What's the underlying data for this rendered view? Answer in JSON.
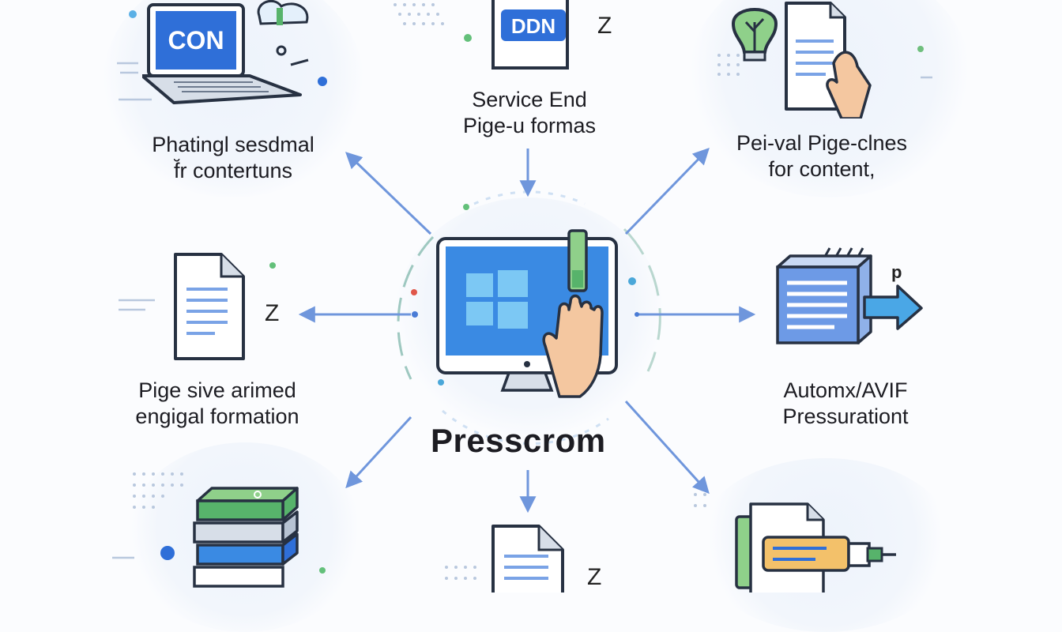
{
  "center": {
    "title": "Presscrom"
  },
  "nodes": {
    "top_left": {
      "screen_text": "CON",
      "line1": "Phatingl sesdmal",
      "line2": "f̆r contertuns"
    },
    "top_center": {
      "doc_text": "DDN",
      "z": "Z",
      "line1": "Service End",
      "line2": "Pige-u formas"
    },
    "top_right": {
      "line1": "Pei-val Pige-clnes",
      "line2": "for content,"
    },
    "mid_left": {
      "z": "Z",
      "line1": "Pige sive arimed",
      "line2": "engigal formation"
    },
    "mid_right": {
      "p": "p",
      "line1": "Automx/AVIF",
      "line2": "Pressurationt"
    },
    "bottom_center": {
      "z": "Z"
    }
  },
  "colors": {
    "arrow": "#6f96dc",
    "accent_blue": "#2f6fd8",
    "accent_green": "#57b36b",
    "outline": "#273142"
  }
}
